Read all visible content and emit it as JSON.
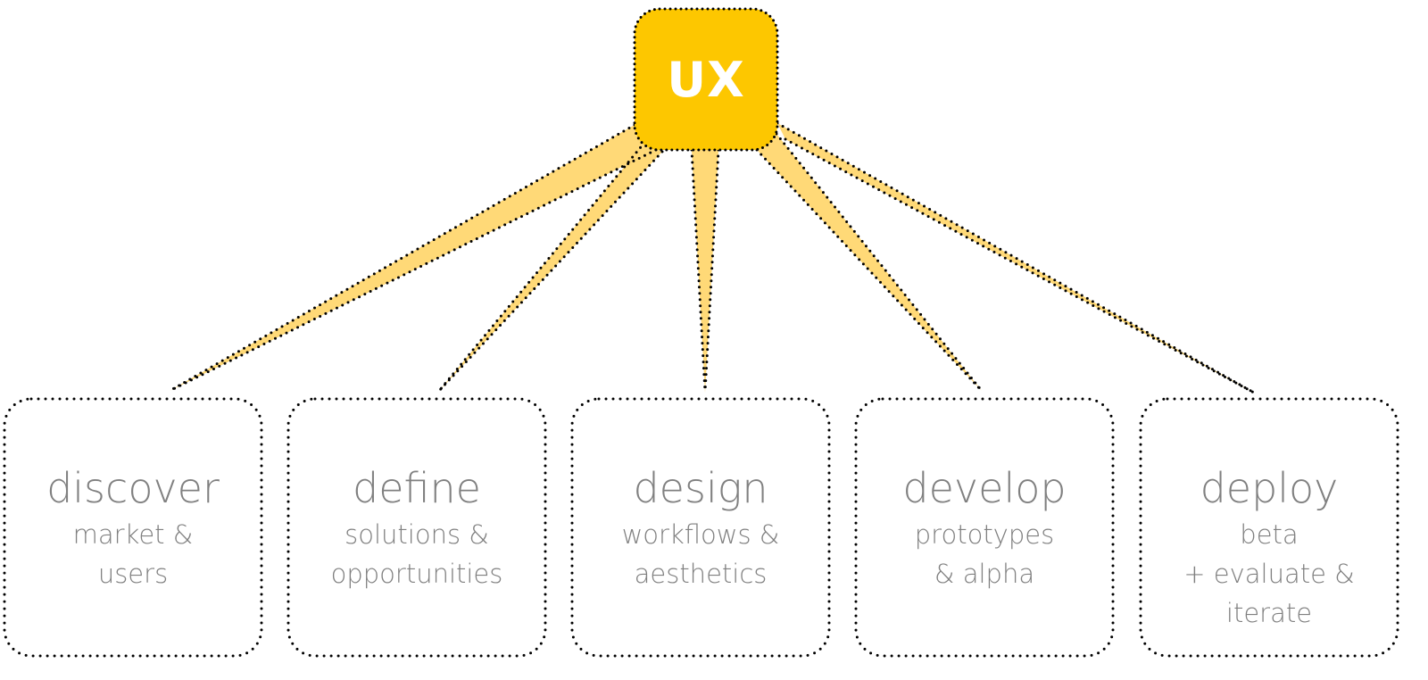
{
  "hub": {
    "label": "UX",
    "color": "#FDC700",
    "connector_color": "#FFD977"
  },
  "stages": [
    {
      "title": "discover",
      "lines": [
        "market &",
        "users"
      ]
    },
    {
      "title": "define",
      "lines": [
        "solutions &",
        "opportunities"
      ]
    },
    {
      "title": "design",
      "lines": [
        "workflows &",
        "aesthetics"
      ]
    },
    {
      "title": "develop",
      "lines": [
        "prototypes",
        "& alpha"
      ]
    },
    {
      "title": "deploy",
      "lines": [
        "beta",
        "+ evaluate &",
        "iterate"
      ]
    }
  ]
}
